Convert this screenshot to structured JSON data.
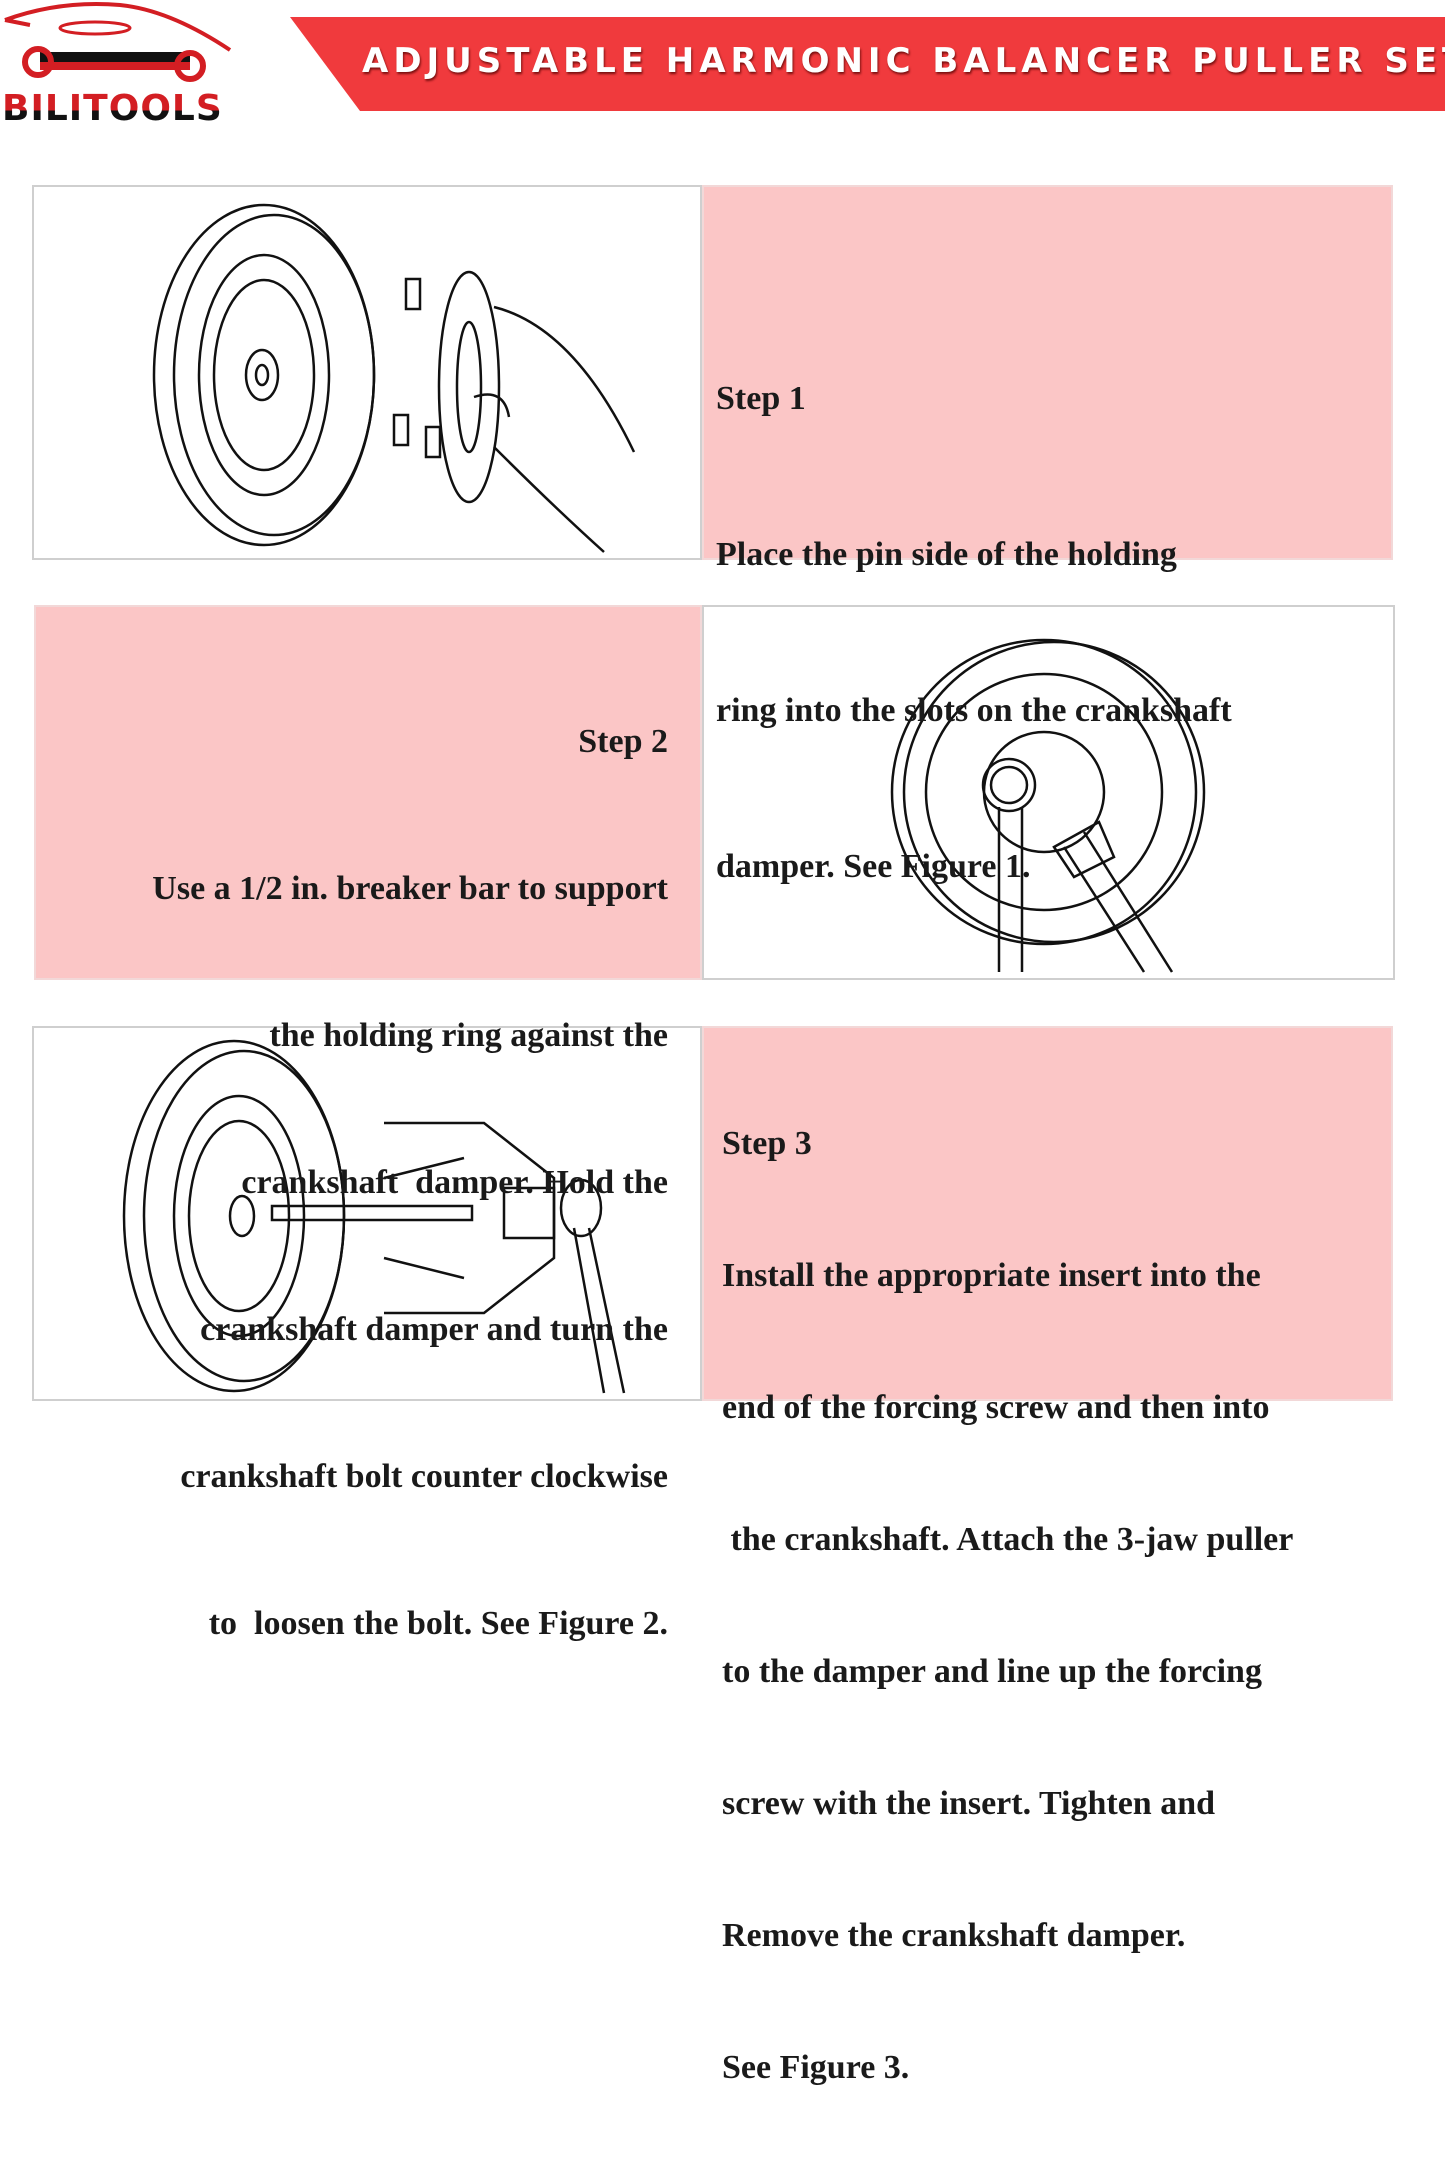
{
  "brand": {
    "name": "BILITOOLS",
    "colors": {
      "red": "#f03a3d",
      "pink": "#fbc6c6"
    }
  },
  "banner": {
    "title": "ADJUSTABLE HARMONIC BALANCER PULLER SET"
  },
  "steps": [
    {
      "heading": "Step 1",
      "lines": [
        "Place the pin side of the holding",
        "ring into the slots on the crankshaft",
        "damper. See Figure 1."
      ]
    },
    {
      "heading": "Step 2",
      "lines": [
        "Use a 1/2 in. breaker bar to support",
        "the holding ring against the",
        "crankshaft  damper. Hold the",
        "crankshaft damper and turn the",
        "crankshaft bolt counter clockwise",
        "to  loosen the bolt. See Figure 2."
      ]
    },
    {
      "heading": "Step 3",
      "lines": [
        "Install the appropriate insert into the",
        "end of the forcing screw and then into",
        " the crankshaft. Attach the 3-jaw puller",
        "to the damper and line up the forcing",
        "screw with the insert. Tighten and",
        "Remove the crankshaft damper.",
        "See Figure 3."
      ]
    }
  ]
}
